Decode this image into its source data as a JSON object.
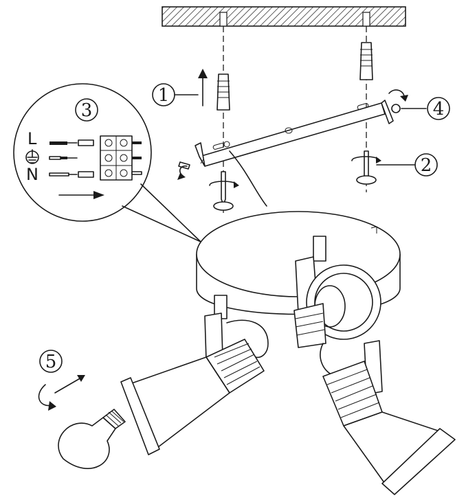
{
  "steps": [
    {
      "id": "1",
      "label": "1"
    },
    {
      "id": "2",
      "label": "2"
    },
    {
      "id": "3",
      "label": "3"
    },
    {
      "id": "4",
      "label": "4"
    },
    {
      "id": "5",
      "label": "5"
    }
  ],
  "wiring": {
    "live": "L",
    "earth_icon": "earth-ground-icon",
    "neutral": "N"
  },
  "colors": {
    "line": "#1a1a1a",
    "background": "#ffffff"
  }
}
